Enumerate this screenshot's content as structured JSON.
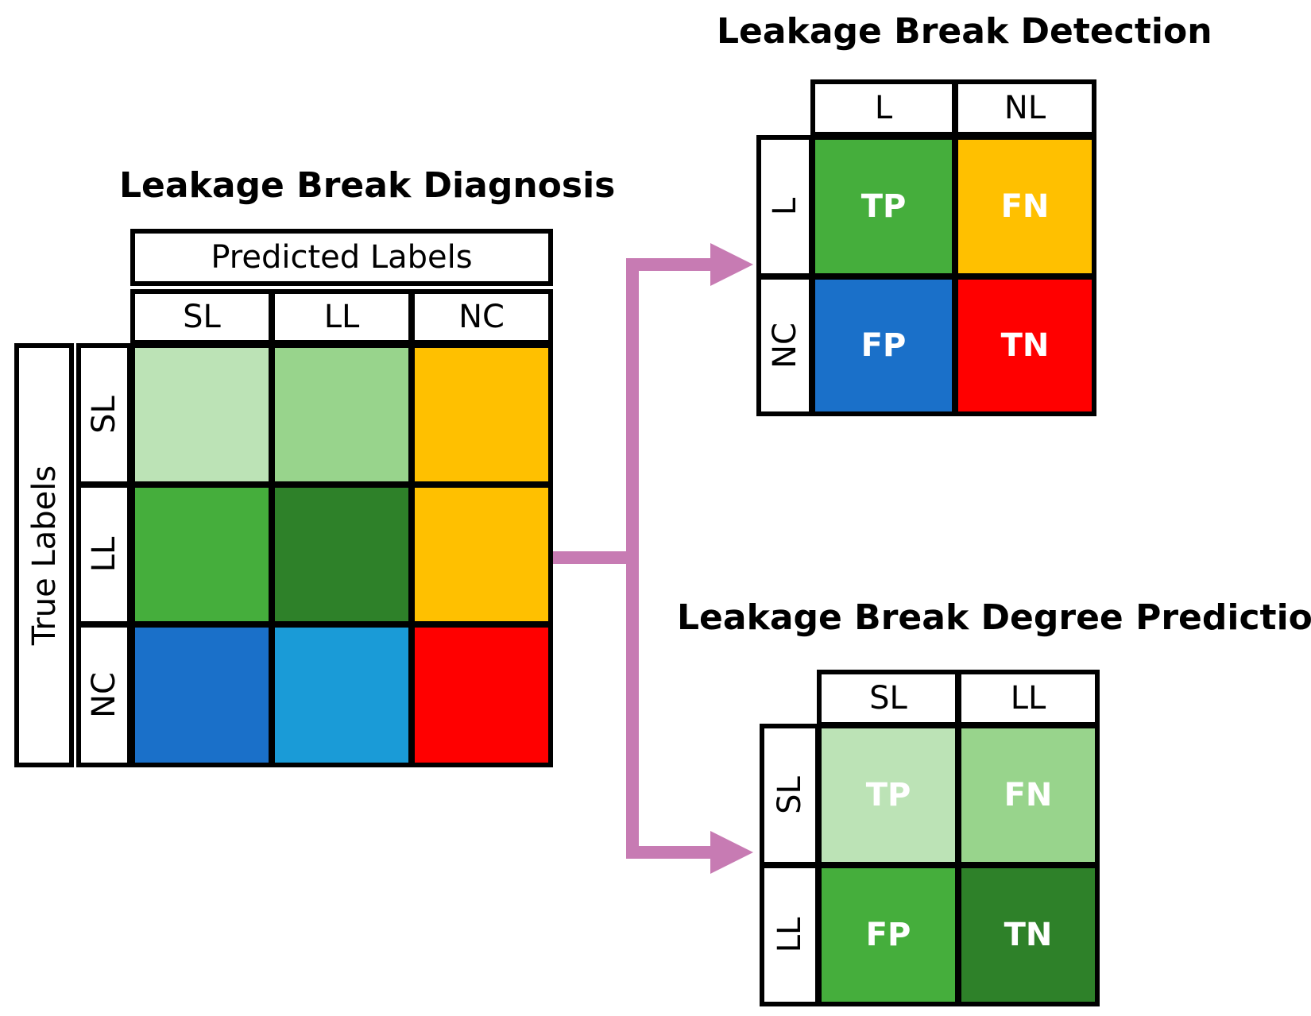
{
  "diagnosis": {
    "title": "Leakage Break Diagnosis",
    "predicted_header": "Predicted Labels",
    "true_header": "True Labels",
    "columns": [
      "SL",
      "LL",
      "NC"
    ],
    "rows": [
      "SL",
      "LL",
      "NC"
    ],
    "cell_colors": [
      [
        "#bce3b6",
        "#98d48c",
        "#ffc000"
      ],
      [
        "#45ae3c",
        "#2e8129",
        "#ffc000"
      ],
      [
        "#1a70c9",
        "#1a9bd7",
        "#ff0000"
      ]
    ]
  },
  "detection": {
    "title": "Leakage Break Detection",
    "columns": [
      "L",
      "NL"
    ],
    "rows": [
      "L",
      "NC"
    ],
    "cells": [
      [
        {
          "text": "TP",
          "color": "#45ae3c"
        },
        {
          "text": "FN",
          "color": "#ffc000"
        }
      ],
      [
        {
          "text": "FP",
          "color": "#1a70c9"
        },
        {
          "text": "TN",
          "color": "#ff0000"
        }
      ]
    ]
  },
  "degree": {
    "title": "Leakage Break Degree Prediction",
    "columns": [
      "SL",
      "LL"
    ],
    "rows": [
      "SL",
      "LL"
    ],
    "cells": [
      [
        {
          "text": "TP",
          "color": "#bce3b6"
        },
        {
          "text": "FN",
          "color": "#98d48c"
        }
      ],
      [
        {
          "text": "FP",
          "color": "#45ae3c"
        },
        {
          "text": "TN",
          "color": "#2e8129"
        }
      ]
    ]
  },
  "arrow_color": "#c77bb3"
}
